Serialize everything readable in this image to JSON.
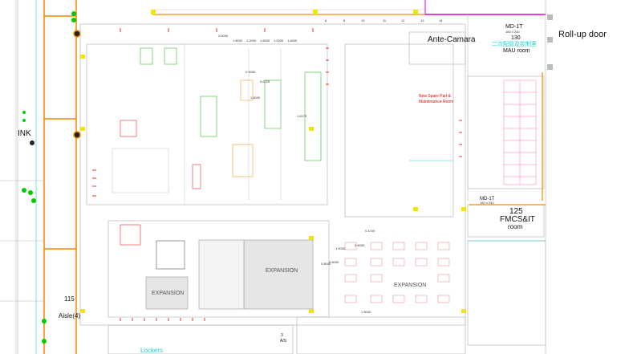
{
  "rooms": {
    "ante_camara": "Ante-Camara",
    "rollup_door": "Roll-up door",
    "md1t_top": "MD-1T",
    "md1t_top_size": "180 x 240",
    "room_130": "130",
    "chinese_label": "二次配管及控制室",
    "mau_room": "MAU room",
    "new_spare_part": "New Spare Part &",
    "maintenance_room": "Maintenance Room",
    "md1t_bottom": "MD-1T",
    "md1t_bottom_size": "180 x 240",
    "room_125": "125",
    "fmcs_it": "FMCS&IT",
    "room_word": "room",
    "ink": "INK",
    "aisle_num": "115",
    "aisle": "Aisle(4)",
    "lockers": "Lockers",
    "expansion_1": "EXPANSION",
    "expansion_2": "EXPANSION",
    "expansion_3": "EXPANSION",
    "as_label": "A/S",
    "as_num": "3"
  },
  "dimensions": [
    "2.0000",
    "1.8000",
    "1.2000",
    "1.8000",
    "1.2000",
    "1.8000",
    "2.0000",
    "0.6728",
    "1.6000",
    "1.6170",
    "0.4700",
    "1.0000",
    "0.6000",
    "0.6000",
    "0.8000",
    "1.8000"
  ],
  "grid_numbers": [
    "6",
    "8",
    "10",
    "11",
    "12",
    "13",
    "14"
  ],
  "colors": {
    "wall": "#b8b8b8",
    "orange": "#f08a00",
    "red": "#e00000",
    "cyan": "#19d2d2",
    "yellow": "#f2e600",
    "green": "#00cc00",
    "magenta": "#e000e0",
    "pink": "#ff77bb"
  }
}
